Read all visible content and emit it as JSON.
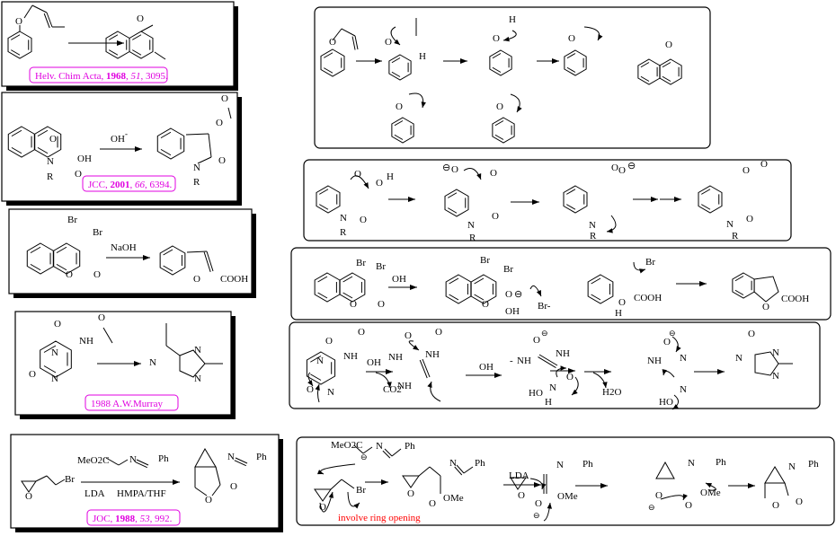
{
  "atoms": {
    "O": "O",
    "N": "N",
    "R": "R",
    "H": "H",
    "OH": "OH",
    "HO": "HO",
    "NH": "NH",
    "Br": "Br",
    "OMe": "OMe",
    "Ph": "Ph",
    "COOH": "COOH",
    "minus": "-",
    "anion": "⊖"
  },
  "reagents": {
    "hydroxide": "OH",
    "naoh": "NaOH",
    "lda": "LDA",
    "hmpa": "HMPA/THF",
    "meo2c": "MeO2C",
    "co2": "CO2",
    "h2o": "H2O",
    "br_minus": "Br-"
  },
  "citations": [
    {
      "pre": "Helv. Chim Acta, ",
      "year": "1968",
      "mid": ", ",
      "vol": "51",
      "post": ", 3095."
    },
    {
      "pre": "JCC, ",
      "year": "2001",
      "mid": ", ",
      "vol": "66",
      "post": ", 6394."
    },
    {
      "pre": "1988 A.W.Murray",
      "year": "",
      "mid": "",
      "vol": "",
      "post": ""
    },
    {
      "pre": "JOC, ",
      "year": "1988",
      "mid": ", ",
      "vol": "53",
      "post": ", 992."
    }
  ],
  "notes": {
    "ring_opening": "involve ring opening"
  }
}
